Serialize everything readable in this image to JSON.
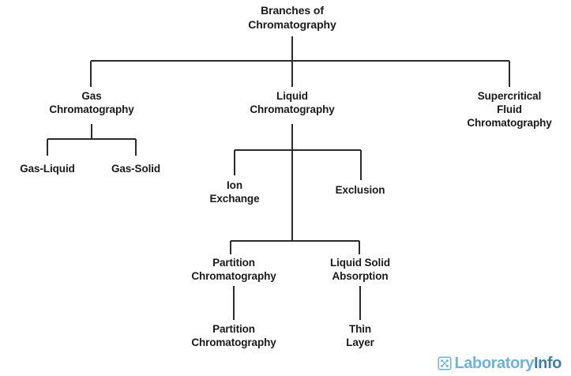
{
  "diagram": {
    "type": "tree",
    "title": "Branches of Chromatography",
    "background_color": "#ffffff",
    "line_color": "#2b2b2b",
    "text_color": "#1a1a1a",
    "nodes": {
      "root": "Branches of\nChromatography",
      "gas": "Gas\nChromatography",
      "liquid": "Liquid\nChromatography",
      "supercritical": "Supercritical\nFluid\nChromatography",
      "gas_liquid": "Gas-Liquid",
      "gas_solid": "Gas-Solid",
      "ion_exchange": "Ion\nExchange",
      "exclusion": "Exclusion",
      "partition": "Partition\nChromatography",
      "liquid_solid": "Liquid Solid\nAbsorption",
      "partition_2": "Partition\nChromatography",
      "thin_layer": "Thin\nLayer"
    },
    "edges": [
      {
        "from": "root",
        "to": "gas"
      },
      {
        "from": "root",
        "to": "liquid"
      },
      {
        "from": "root",
        "to": "supercritical"
      },
      {
        "from": "gas",
        "to": "gas_liquid"
      },
      {
        "from": "gas",
        "to": "gas_solid"
      },
      {
        "from": "liquid",
        "to": "ion_exchange"
      },
      {
        "from": "liquid",
        "to": "exclusion"
      },
      {
        "from": "liquid",
        "to": "partition"
      },
      {
        "from": "liquid",
        "to": "liquid_solid"
      },
      {
        "from": "partition",
        "to": "partition_2"
      },
      {
        "from": "liquid_solid",
        "to": "thin_layer"
      }
    ]
  },
  "watermark": {
    "brand_primary": "Laboratory",
    "brand_secondary": "Info",
    "icon": "molecule-icon",
    "color_primary": "#6fb3d2",
    "color_secondary": "#3f7e9e"
  }
}
